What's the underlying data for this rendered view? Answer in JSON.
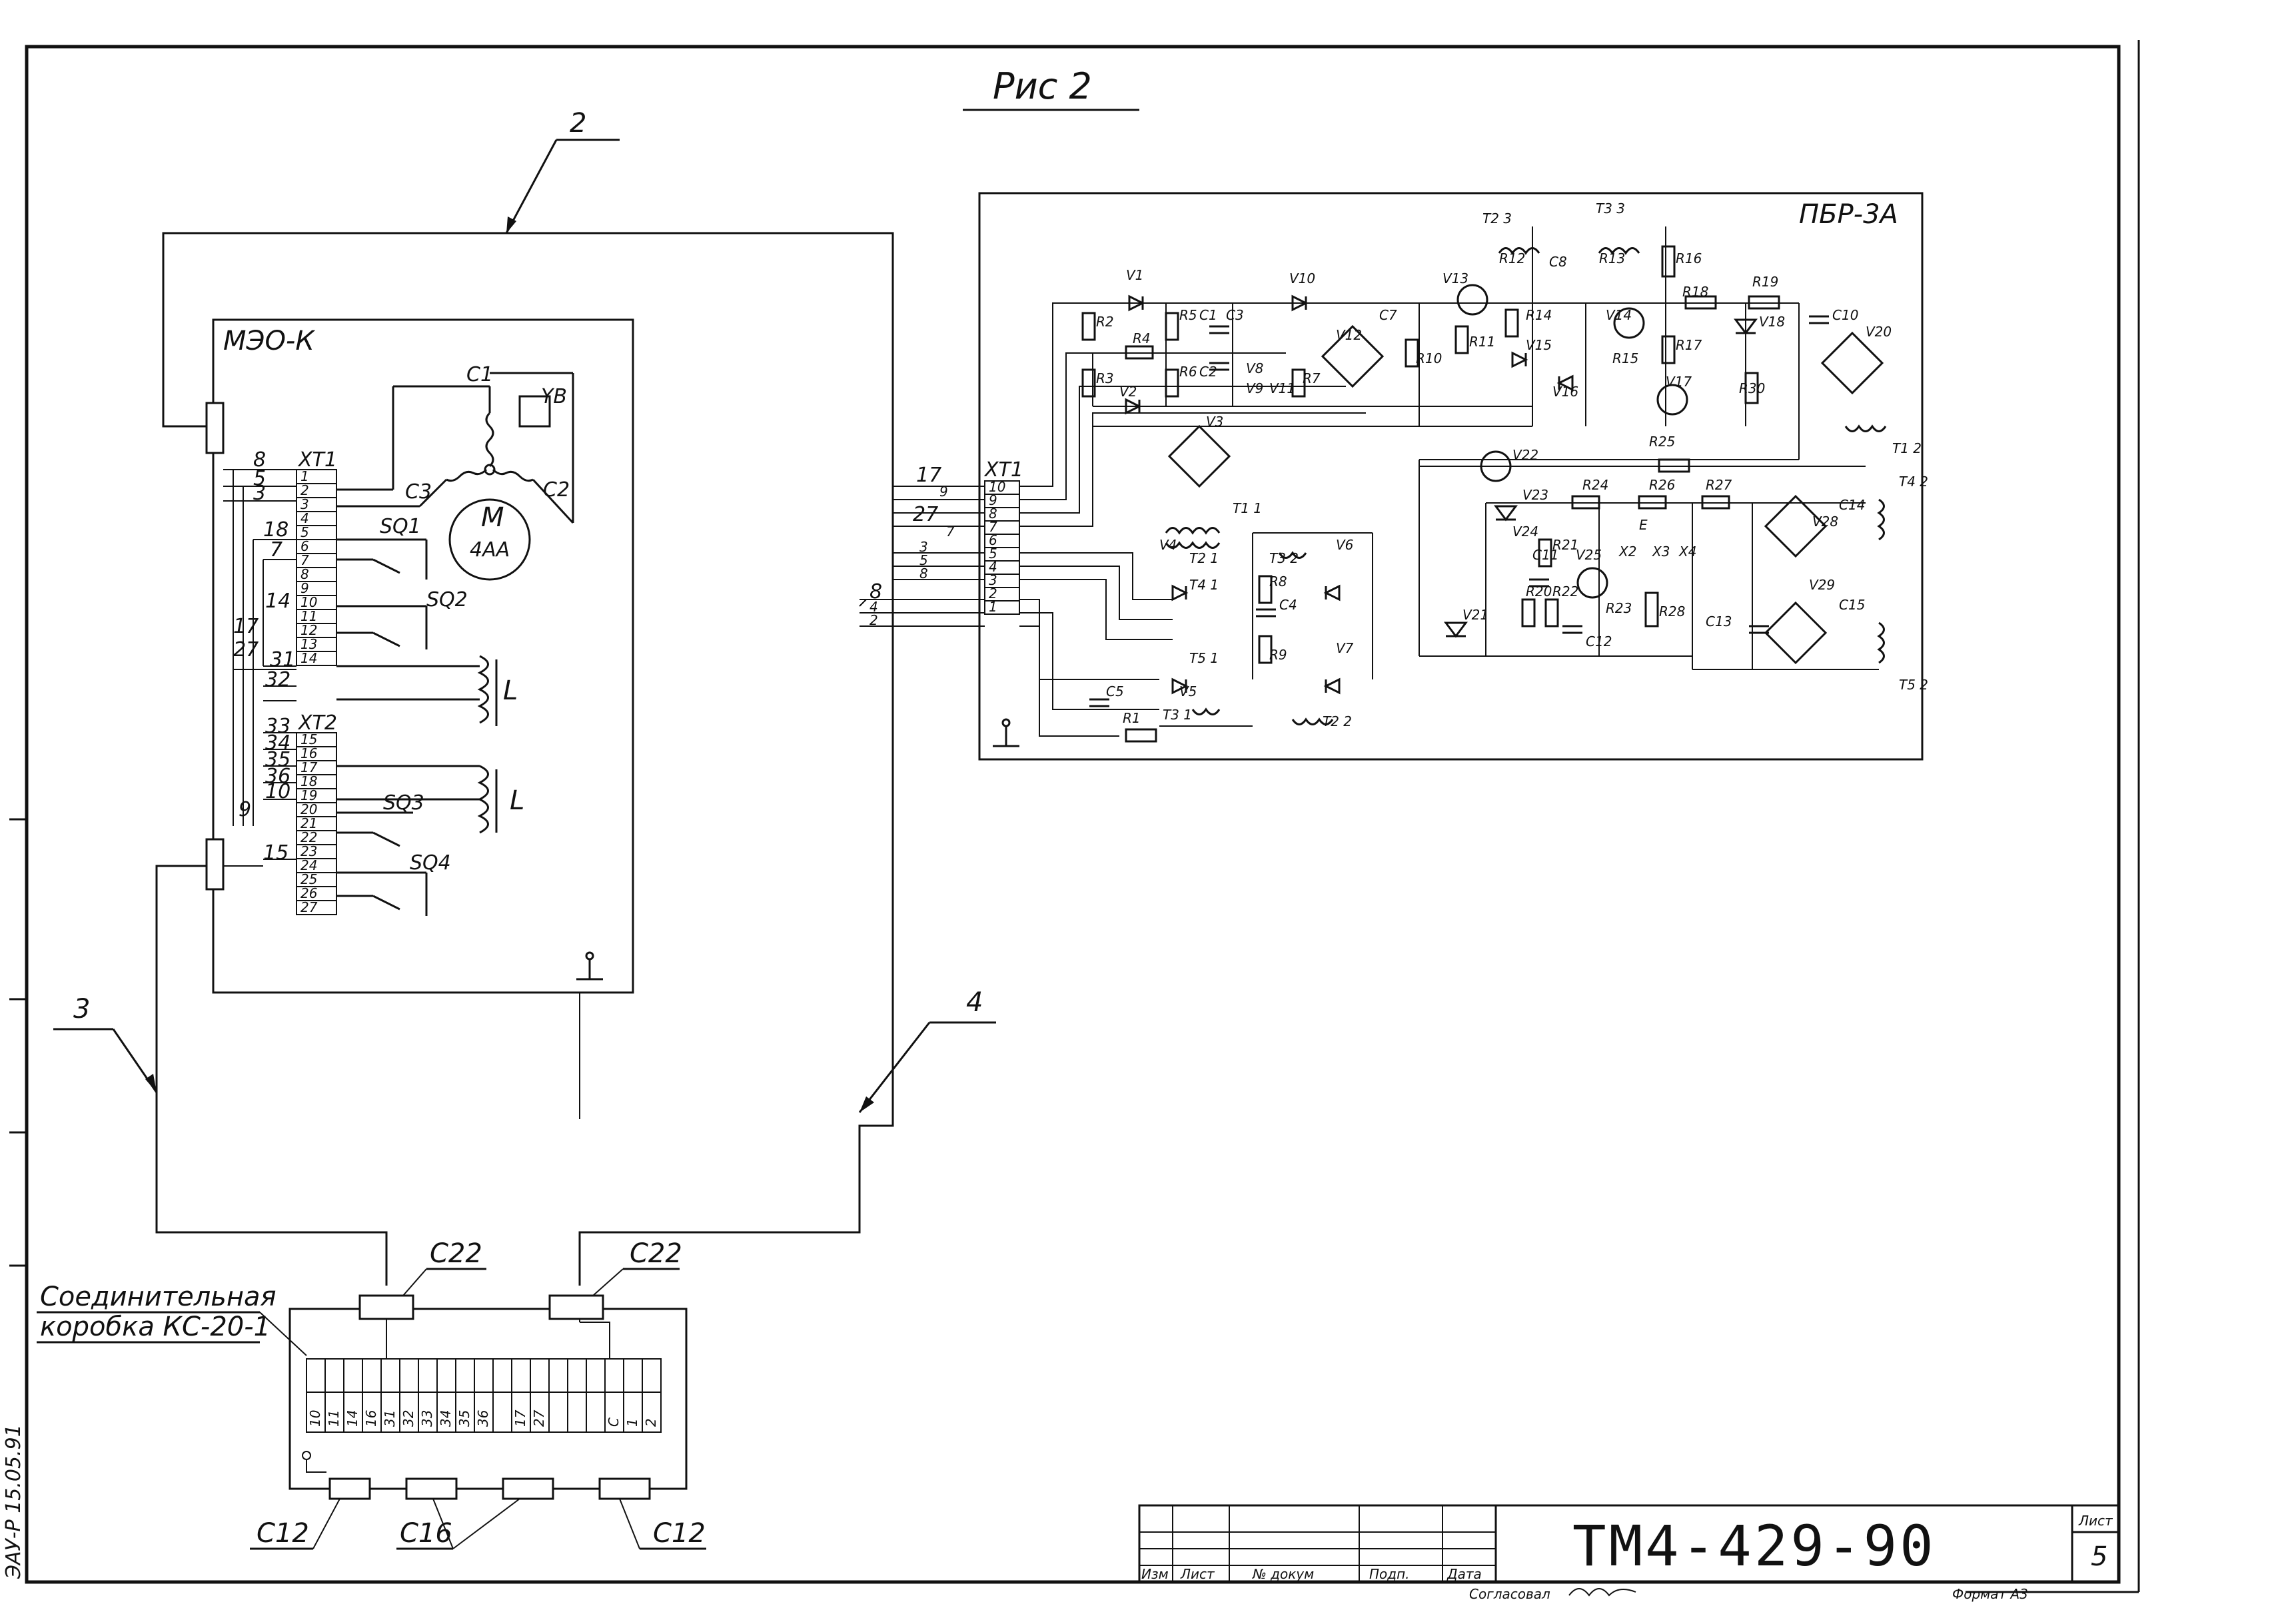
{
  "figure_title": "Рис 2",
  "callouts": {
    "c2": "2",
    "c3": "3",
    "c4": "4"
  },
  "mzo": {
    "title": "МЭО-К",
    "xt1": "XT1",
    "xt2": "XT2",
    "motor_m": "M",
    "motor_type": "4АА",
    "c1": "C1",
    "c2": "C2",
    "c3": "C3",
    "yb": "YB",
    "sq1": "SQ1",
    "sq2": "SQ2",
    "sq3": "SQ3",
    "sq4": "SQ4",
    "l": "L",
    "xt1_terms": [
      "1",
      "2",
      "3",
      "4",
      "5",
      "6",
      "7",
      "8",
      "9",
      "10",
      "11",
      "12",
      "13",
      "14"
    ],
    "xt2_terms": [
      "15",
      "16",
      "17",
      "18",
      "19",
      "20",
      "21",
      "22",
      "23",
      "24",
      "25",
      "26",
      "27"
    ],
    "wires_left": [
      "8",
      "5",
      "3",
      "18",
      "7",
      "14",
      "17",
      "27",
      "31",
      "32",
      "33",
      "34",
      "35",
      "36",
      "10",
      "9",
      "15"
    ]
  },
  "pbr": {
    "title": "ПБР-3А",
    "xt1": "XT1",
    "terms": [
      "10",
      "9",
      "8",
      "7",
      "6",
      "5",
      "4",
      "3",
      "2",
      "1"
    ],
    "wires_in": [
      "17",
      "9",
      "27",
      "7",
      "3",
      "5",
      "8",
      "8",
      "4",
      "2"
    ],
    "comp": [
      "V1",
      "V10",
      "V2",
      "V3",
      "V8",
      "V9",
      "V11",
      "V12",
      "R2",
      "R3",
      "R4",
      "R5",
      "R6",
      "R7",
      "R10",
      "R11",
      "C1",
      "C2",
      "C3",
      "C7",
      "C8",
      "T2 3",
      "T3 3",
      "V13",
      "V14",
      "V15",
      "V16",
      "V17",
      "R12",
      "R13",
      "R14",
      "R15",
      "R16",
      "R17",
      "R18",
      "R19",
      "R25",
      "R30",
      "V18",
      "C10",
      "V20",
      "T1 2",
      "V22",
      "V23",
      "V24",
      "V25",
      "V21",
      "R24",
      "R26",
      "R27",
      "R21",
      "R20",
      "R22",
      "R23",
      "R28",
      "C11",
      "C12",
      "C13",
      "C14",
      "C15",
      "V28",
      "V29",
      "X2",
      "X3",
      "X4",
      "E",
      "T4 2",
      "T5 2",
      "T1 1",
      "V4",
      "V6",
      "T2 1",
      "T3 2",
      "T4 1",
      "R8",
      "C4",
      "V7",
      "T5 1",
      "R9",
      "V5",
      "C5",
      "R1",
      "T3 1",
      "T2 2"
    ]
  },
  "box": {
    "title_1": "Соединительная",
    "title_2": "коробка КС-20-1",
    "c22a": "C22",
    "c22b": "C22",
    "c12a": "C12",
    "c16": "C16",
    "c12b": "C12",
    "terms": [
      "10",
      "11",
      "14",
      "16",
      "31",
      "32",
      "33",
      "34",
      "35",
      "36",
      "",
      "17",
      "27",
      "",
      "",
      "",
      "C",
      "1",
      "2"
    ]
  },
  "stamp": {
    "doc_code": "ТМ4-429-90",
    "sheet_label": "Лист",
    "sheet_no": "5",
    "col_izm": "Изм",
    "col_list": "Лист",
    "col_doc": "№ докум",
    "col_sign": "Подп.",
    "col_date": "Дата",
    "agreed": "Согласовал",
    "format": "Формат А3"
  },
  "margin_text": "ЭАУ-Р 15.05.91"
}
